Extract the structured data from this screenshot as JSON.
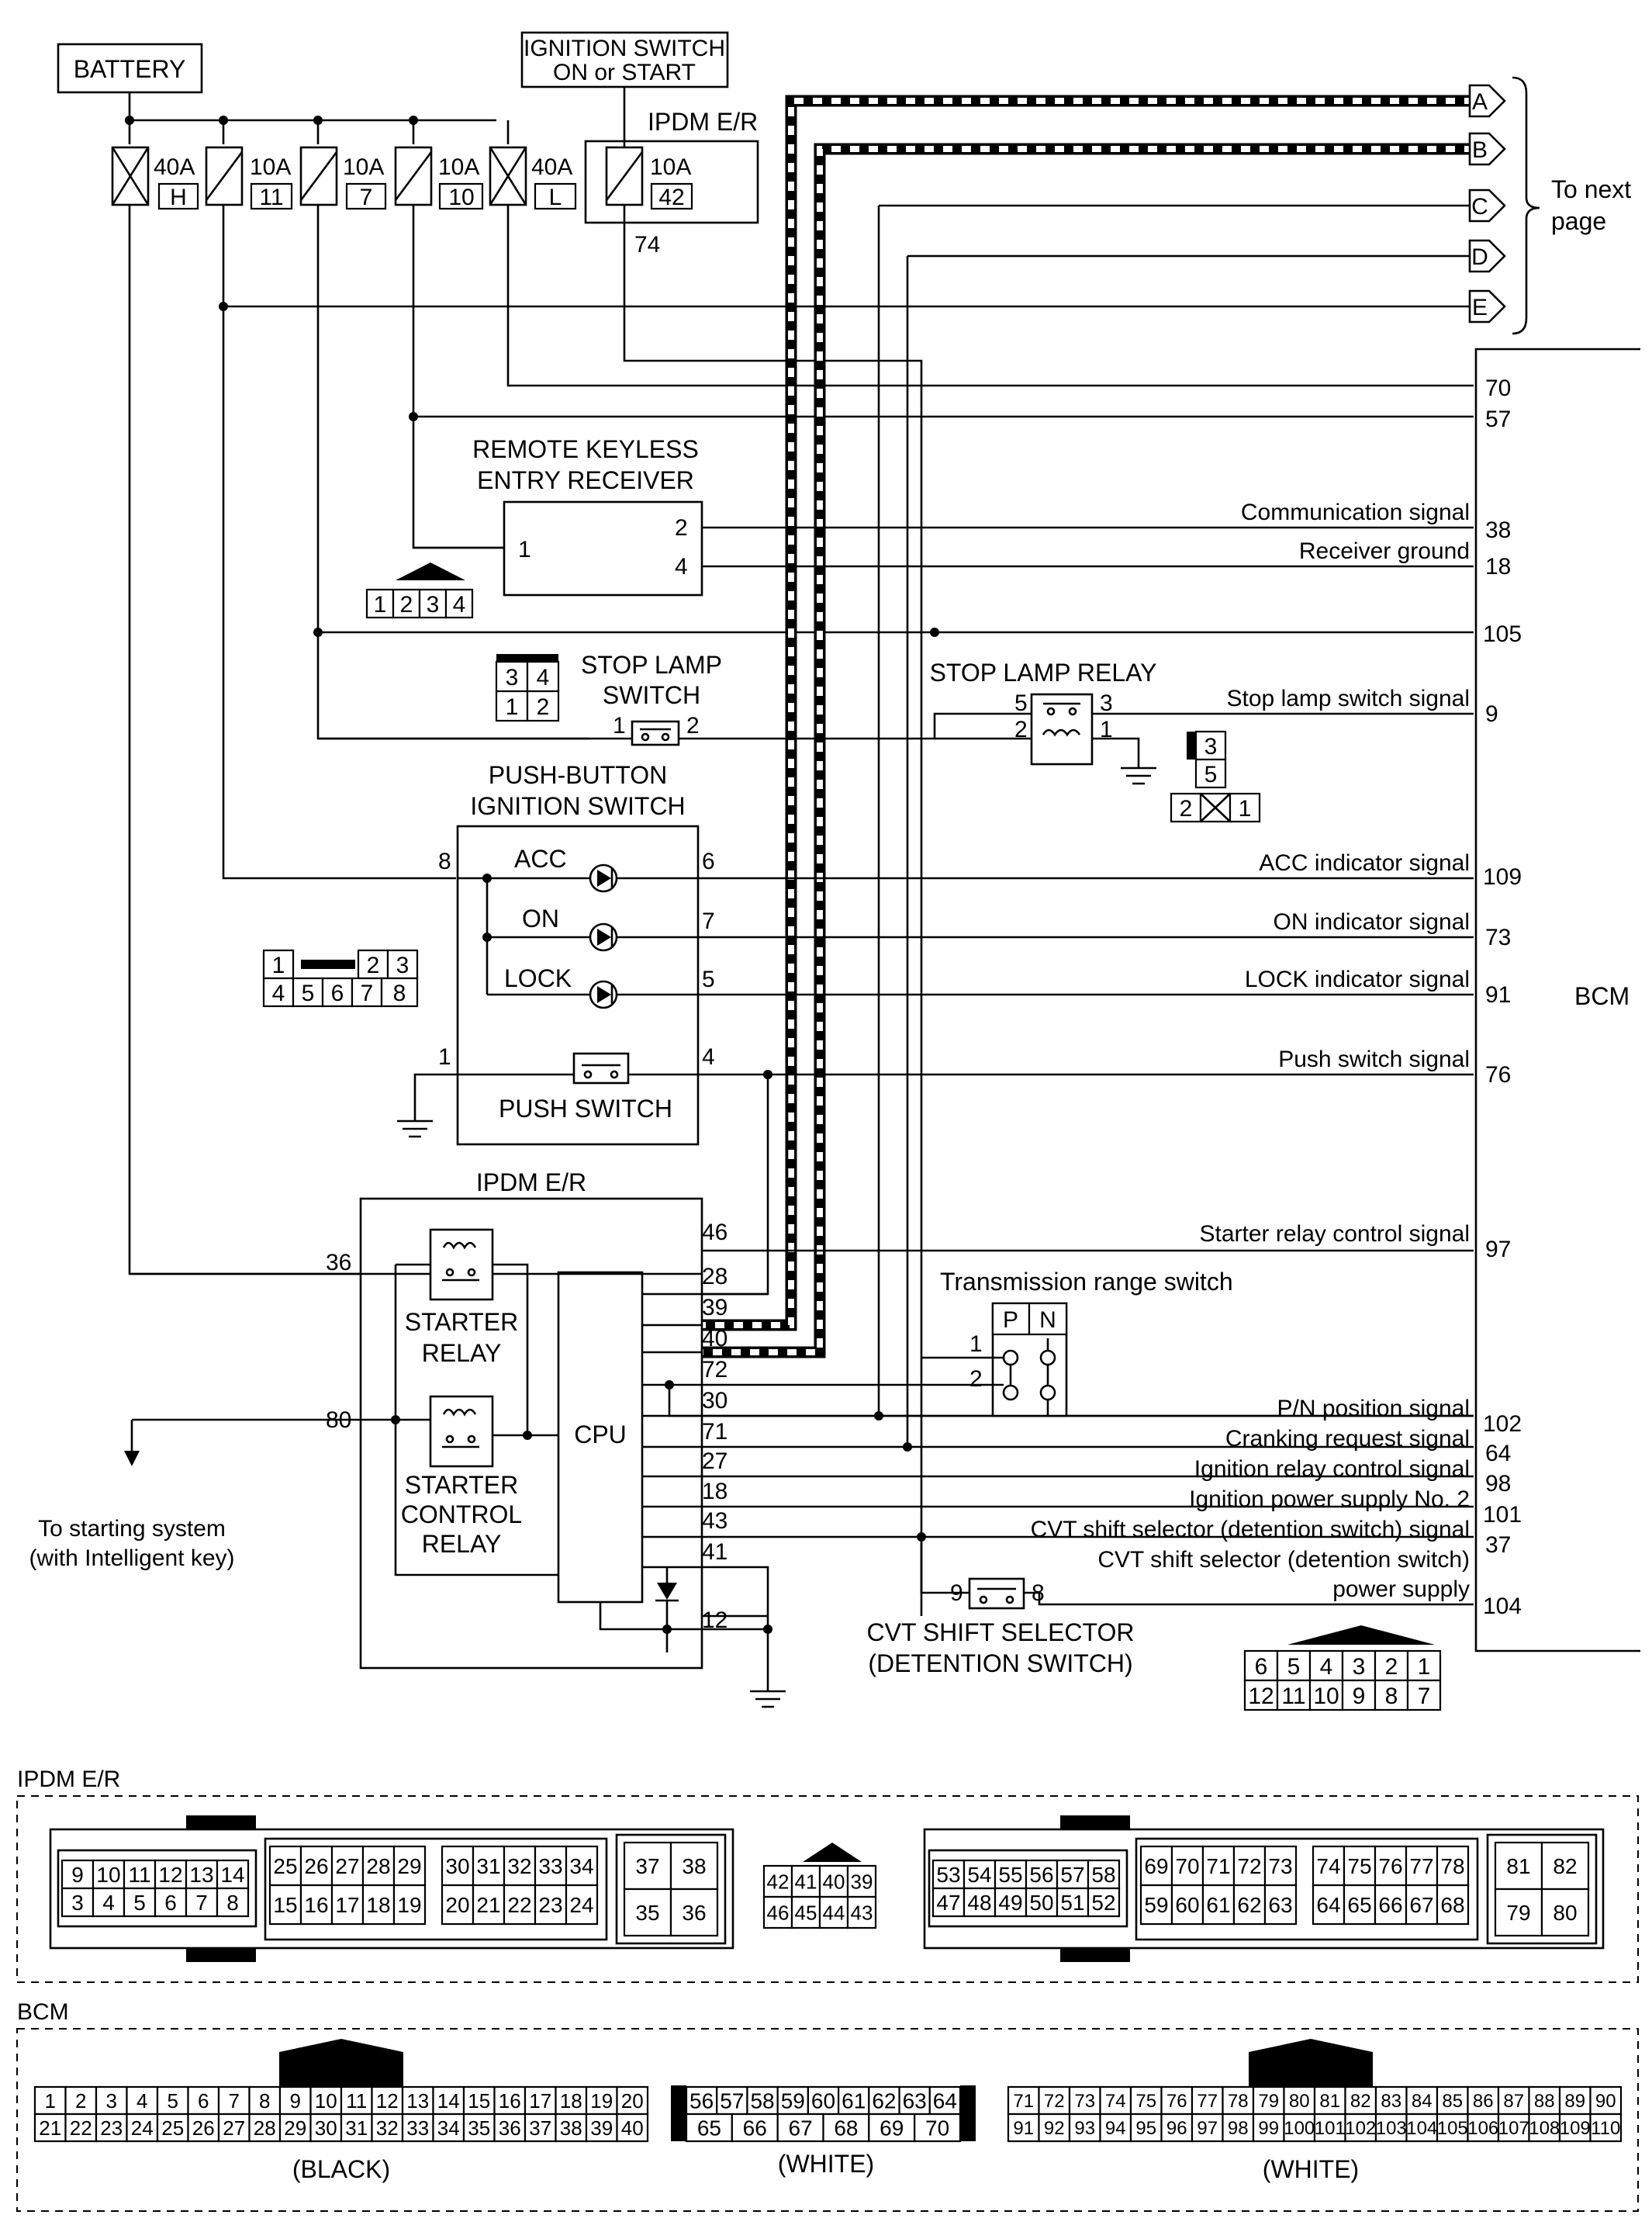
{
  "top": {
    "battery": "BATTERY",
    "ign_switch": [
      "IGNITION SWITCH",
      "ON or START"
    ],
    "ipdm_top": "IPDM E/R",
    "pin74": "74",
    "fuses": [
      {
        "amp": "40A",
        "id": "H"
      },
      {
        "amp": "10A",
        "id": "11"
      },
      {
        "amp": "10A",
        "id": "7"
      },
      {
        "amp": "10A",
        "id": "10"
      },
      {
        "amp": "40A",
        "id": "L"
      },
      {
        "amp": "10A",
        "id": "42"
      }
    ],
    "next_page": [
      "To next",
      "page"
    ],
    "conn_letters": [
      "A",
      "B",
      "C",
      "D",
      "E"
    ]
  },
  "bcm": {
    "label": "BCM",
    "pins": {
      "p70": "70",
      "p57": "57",
      "p38": "38",
      "p18": "18",
      "p105": "105",
      "p9": "9",
      "p109": "109",
      "p73": "73",
      "p91": "91",
      "p76": "76",
      "p97": "97",
      "p102": "102",
      "p64": "64",
      "p98": "98",
      "p101": "101",
      "p37": "37",
      "p104": "104"
    },
    "signals": {
      "comm": "Communication signal",
      "rgnd": "Receiver ground",
      "stop": "Stop lamp switch signal",
      "acc": "ACC indicator signal",
      "on": "ON indicator signal",
      "lock": "LOCK indicator signal",
      "push": "Push switch signal",
      "starter": "Starter relay control signal",
      "pn": "P/N position signal",
      "crank": "Cranking request signal",
      "ignrelay": "Ignition relay control signal",
      "ignps": "Ignition power supply No. 2",
      "cvtsig": "CVT shift selector (detention switch) signal",
      "cvtps1": "CVT shift selector (detention switch)",
      "cvtps2": "power supply"
    }
  },
  "rke": {
    "title": [
      "REMOTE KEYLESS",
      "ENTRY RECEIVER"
    ],
    "pins": {
      "p1": "1",
      "p2": "2",
      "p4": "4"
    },
    "conn": [
      "1",
      "2",
      "3",
      "4"
    ]
  },
  "stoplamp": {
    "title": [
      "STOP LAMP",
      "SWITCH"
    ],
    "pins": {
      "p1": "1",
      "p2": "2"
    },
    "conn": [
      "3",
      "4",
      "1",
      "2"
    ],
    "relay_title": "STOP LAMP RELAY",
    "relay_pins": {
      "p5": "5",
      "p3": "3",
      "p2": "2",
      "p1": "1"
    },
    "relay_conn": [
      "3",
      "5",
      "2",
      "1"
    ]
  },
  "pushbtn": {
    "title": [
      "PUSH-BUTTON",
      "IGNITION SWITCH"
    ],
    "acc": "ACC",
    "on": "ON",
    "lock": "LOCK",
    "push_switch": "PUSH SWITCH",
    "pins": {
      "p8": "8",
      "p6": "6",
      "p7": "7",
      "p5": "5",
      "p1": "1",
      "p4": "4"
    },
    "conn_top": [
      "1",
      "2",
      "3"
    ],
    "conn_bottom": [
      "4",
      "5",
      "6",
      "7",
      "8"
    ]
  },
  "ipdm": {
    "title": "IPDM E/R",
    "cpu": "CPU",
    "starter_relay": [
      "STARTER",
      "RELAY"
    ],
    "starter_ctrl": [
      "STARTER",
      "CONTROL",
      "RELAY"
    ],
    "pins": {
      "p36": "36",
      "p80": "80",
      "p46": "46",
      "p28": "28",
      "p39": "39",
      "p40": "40",
      "p72": "72",
      "p30": "30",
      "p71": "71",
      "p27": "27",
      "p18": "18",
      "p43": "43",
      "p41": "41",
      "p12": "12"
    },
    "starting_system": [
      "To starting system",
      "(with Intelligent key)"
    ]
  },
  "trs": {
    "title": "Transmission range switch",
    "p": "P",
    "n": "N",
    "pins": {
      "p1": "1",
      "p2": "2"
    }
  },
  "cvt": {
    "title": [
      "CVT SHIFT SELECTOR",
      "(DETENTION SWITCH)"
    ],
    "pins": {
      "p9": "9",
      "p8": "8"
    },
    "conn_top": [
      "6",
      "5",
      "4",
      "3",
      "2",
      "1"
    ],
    "conn_bottom": [
      "12",
      "11",
      "10",
      "9",
      "8",
      "7"
    ]
  },
  "bottom_ipdm": {
    "label": "IPDM E/R",
    "c1_top": [
      "9",
      "10",
      "11",
      "12",
      "13",
      "14"
    ],
    "c1_bot": [
      "3",
      "4",
      "5",
      "6",
      "7",
      "8"
    ],
    "c2_top": [
      "25",
      "26",
      "27",
      "28",
      "29"
    ],
    "c2_bot": [
      "15",
      "16",
      "17",
      "18",
      "19"
    ],
    "c3_top": [
      "30",
      "31",
      "32",
      "33",
      "34"
    ],
    "c3_bot": [
      "20",
      "21",
      "22",
      "23",
      "24"
    ],
    "c4_top": [
      "37",
      "38"
    ],
    "c4_bot": [
      "35",
      "36"
    ],
    "c5_top": [
      "42",
      "41",
      "40",
      "39"
    ],
    "c5_bot": [
      "46",
      "45",
      "44",
      "43"
    ],
    "c6_top": [
      "53",
      "54",
      "55",
      "56",
      "57",
      "58"
    ],
    "c6_bot": [
      "47",
      "48",
      "49",
      "50",
      "51",
      "52"
    ],
    "c7_top": [
      "69",
      "70",
      "71",
      "72",
      "73"
    ],
    "c7_bot": [
      "59",
      "60",
      "61",
      "62",
      "63"
    ],
    "c8_top": [
      "74",
      "75",
      "76",
      "77",
      "78"
    ],
    "c8_bot": [
      "64",
      "65",
      "66",
      "67",
      "68"
    ],
    "c9_top": [
      "81",
      "82"
    ],
    "c9_bot": [
      "79",
      "80"
    ]
  },
  "bottom_bcm": {
    "label": "BCM",
    "b1_top": [
      "1",
      "2",
      "3",
      "4",
      "5",
      "6",
      "7",
      "8",
      "9",
      "10",
      "11",
      "12",
      "13",
      "14",
      "15",
      "16",
      "17",
      "18",
      "19",
      "20"
    ],
    "b1_bot": [
      "21",
      "22",
      "23",
      "24",
      "25",
      "26",
      "27",
      "28",
      "29",
      "30",
      "31",
      "32",
      "33",
      "34",
      "35",
      "36",
      "37",
      "38",
      "39",
      "40"
    ],
    "b1_label": "(BLACK)",
    "b2_top": [
      "56",
      "57",
      "58",
      "59",
      "60",
      "61",
      "62",
      "63",
      "64"
    ],
    "b2_bot": [
      "65",
      "66",
      "67",
      "68",
      "69",
      "70"
    ],
    "b2_label": "(WHITE)",
    "b3_top": [
      "71",
      "72",
      "73",
      "74",
      "75",
      "76",
      "77",
      "78",
      "79",
      "80",
      "81",
      "82",
      "83",
      "84",
      "85",
      "86",
      "87",
      "88",
      "89",
      "90"
    ],
    "b3_bot": [
      "91",
      "92",
      "93",
      "94",
      "95",
      "96",
      "97",
      "98",
      "99",
      "100",
      "101",
      "102",
      "103",
      "104",
      "105",
      "106",
      "107",
      "108",
      "109",
      "110"
    ],
    "b3_label": "(WHITE)"
  }
}
